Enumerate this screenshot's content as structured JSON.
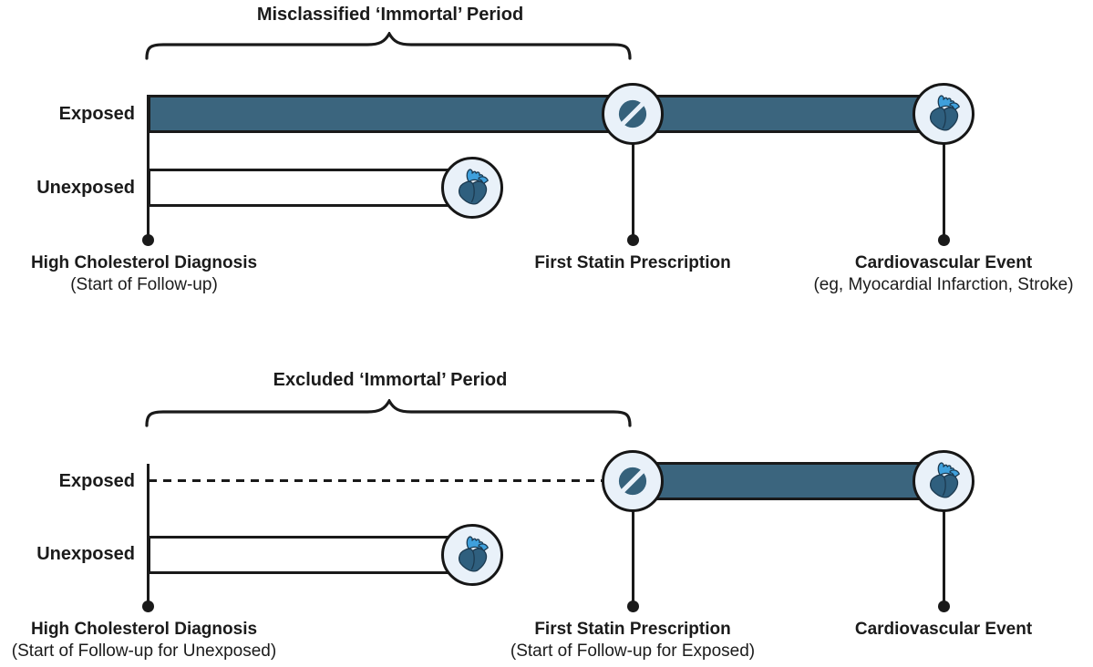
{
  "colors": {
    "bar_fill": "#3B657E",
    "outline": "#1A1A1A",
    "icon_circle_bg": "#E9F1F9",
    "heart_dark": "#2F5F7E",
    "heart_light": "#3FA0DC",
    "pill_disc": "#35617B",
    "background": "#FFFFFF"
  },
  "icons": {
    "statin": "statin-pill-icon",
    "cardiovascular_event": "anatomical-heart-icon"
  },
  "panels": [
    {
      "title": "Misclassified ‘Immortal’ Period",
      "rows": [
        {
          "label": "Exposed"
        },
        {
          "label": "Unexposed"
        }
      ],
      "markers": [
        {
          "label": "High Cholesterol Diagnosis",
          "sublabel": "(Start of Follow-up)"
        },
        {
          "label": "First Statin Prescription",
          "sublabel": ""
        },
        {
          "label": "Cardiovascular Event",
          "sublabel": "(eg, Myocardial Infarction, Stroke)"
        }
      ]
    },
    {
      "title": "Excluded ‘Immortal’ Period",
      "rows": [
        {
          "label": "Exposed"
        },
        {
          "label": "Unexposed"
        }
      ],
      "markers": [
        {
          "label": "High Cholesterol Diagnosis",
          "sublabel": "(Start of Follow-up for Unexposed)"
        },
        {
          "label": "First Statin Prescription",
          "sublabel": "(Start of Follow-up for Exposed)"
        },
        {
          "label": "Cardiovascular Event",
          "sublabel": ""
        }
      ]
    }
  ]
}
